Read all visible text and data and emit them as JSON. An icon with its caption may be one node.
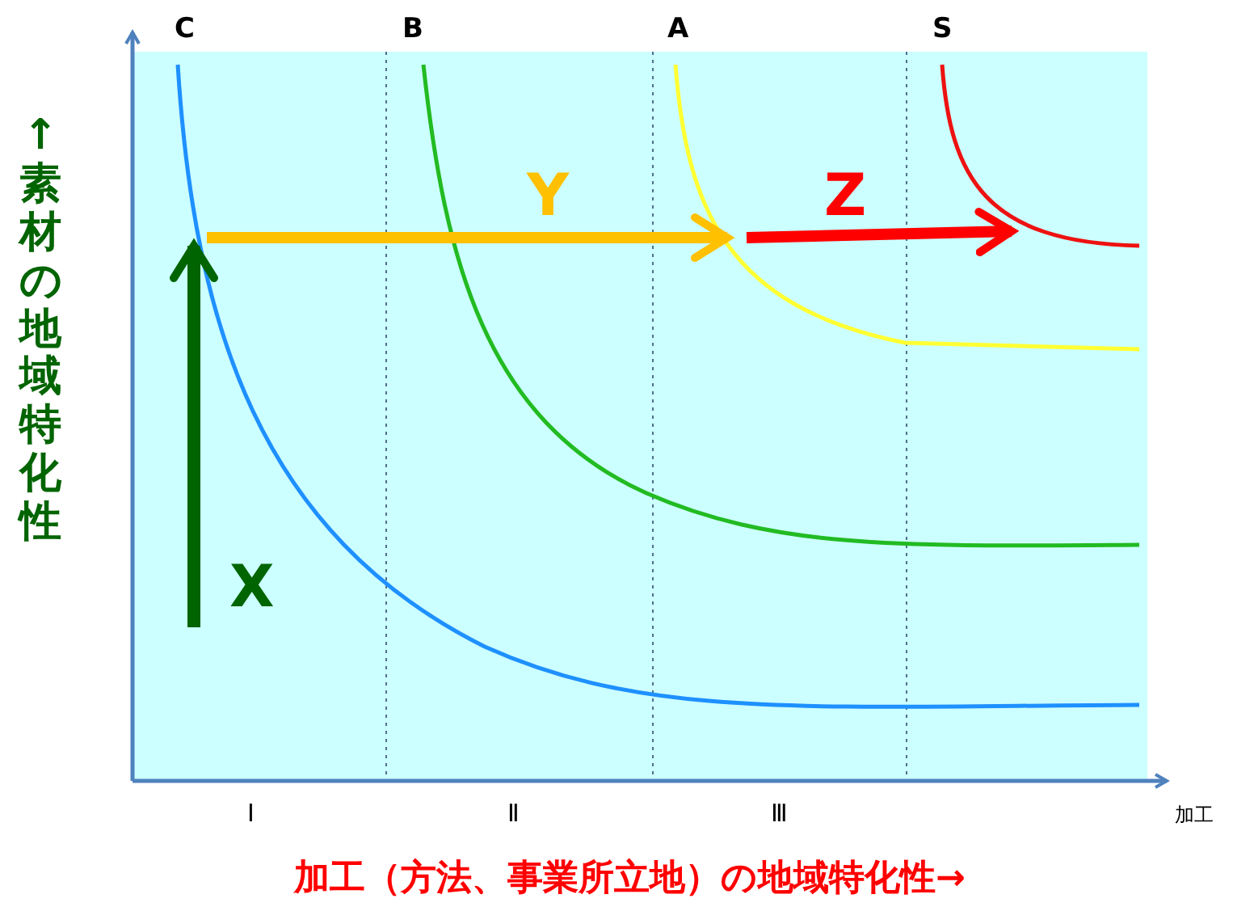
{
  "diagram": {
    "labels": [
      "C",
      "B",
      "A",
      "S",
      "↑素材の地域特化性",
      "Y",
      "Z",
      "X",
      "Ⅰ",
      "Ⅱ",
      "Ⅲ",
      "加工",
      "加工（方法、事業所立地）の地域特化性→"
    ]
  }
}
